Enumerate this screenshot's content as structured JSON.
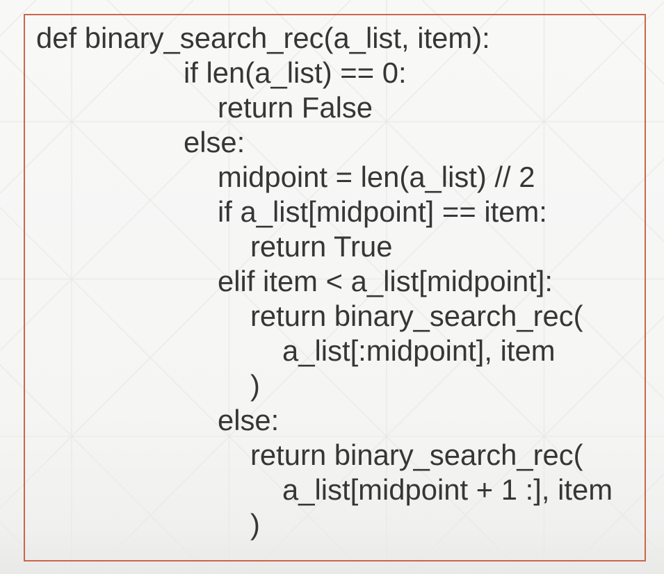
{
  "slide": {
    "colors": {
      "border": "#cc654b",
      "text": "#363636",
      "background": "#f6f6f5",
      "pattern_line": "#e9e9e8"
    },
    "code_block": {
      "language": "python",
      "lines": [
        {
          "indent": 0,
          "text": "def binary_search_rec(a_list, item):"
        },
        {
          "indent": 1,
          "text": "if len(a_list) == 0:"
        },
        {
          "indent": 2,
          "text": "return False"
        },
        {
          "indent": 1,
          "text": "else:"
        },
        {
          "indent": 2,
          "text": "midpoint = len(a_list) // 2"
        },
        {
          "indent": 2,
          "text": "if a_list[midpoint] == item:"
        },
        {
          "indent": 3,
          "text": "return True"
        },
        {
          "indent": 2,
          "text": "elif item < a_list[midpoint]:"
        },
        {
          "indent": 3,
          "text": "return binary_search_rec("
        },
        {
          "indent": 4,
          "text": "a_list[:midpoint], item"
        },
        {
          "indent": 3,
          "text": ")"
        },
        {
          "indent": 2,
          "text": "else:"
        },
        {
          "indent": 3,
          "text": "return binary_search_rec("
        },
        {
          "indent": 4,
          "text": "a_list[midpoint + 1 :], item"
        },
        {
          "indent": 3,
          "text": ")"
        }
      ]
    }
  }
}
